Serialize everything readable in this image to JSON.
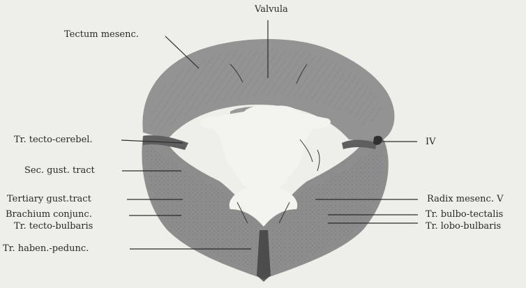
{
  "figure": {
    "background": "#efefe9",
    "tissue_color": "#8f8f8f",
    "tissue_dark": "#6e6e6e",
    "ventricle_color": "#f7f7f3",
    "line_color": "#2a2a2a"
  },
  "labels": {
    "valvula": "Valvula",
    "tectum_mesenc": "Tectum mesenc.",
    "tr_tecto_cerebel": "Tr. tecto-cerebel.",
    "iv": "IV",
    "sec_gust_tract": "Sec. gust. tract",
    "tertiary_gust_tract": "Tertiary gust.tract",
    "radix_mesenc_v": "Radix mesenc. V",
    "brachium_conjunc": "Brachium conjunc.",
    "tr_bulbo_tectalis": "Tr. bulbo-tectalis",
    "tr_tecto_bulbaris": "Tr. tecto-bulbaris",
    "tr_lobo_bulbaris": "Tr. lobo-bulbaris",
    "tr_haben_pedunc": "Tr. haben.-pedunc."
  }
}
